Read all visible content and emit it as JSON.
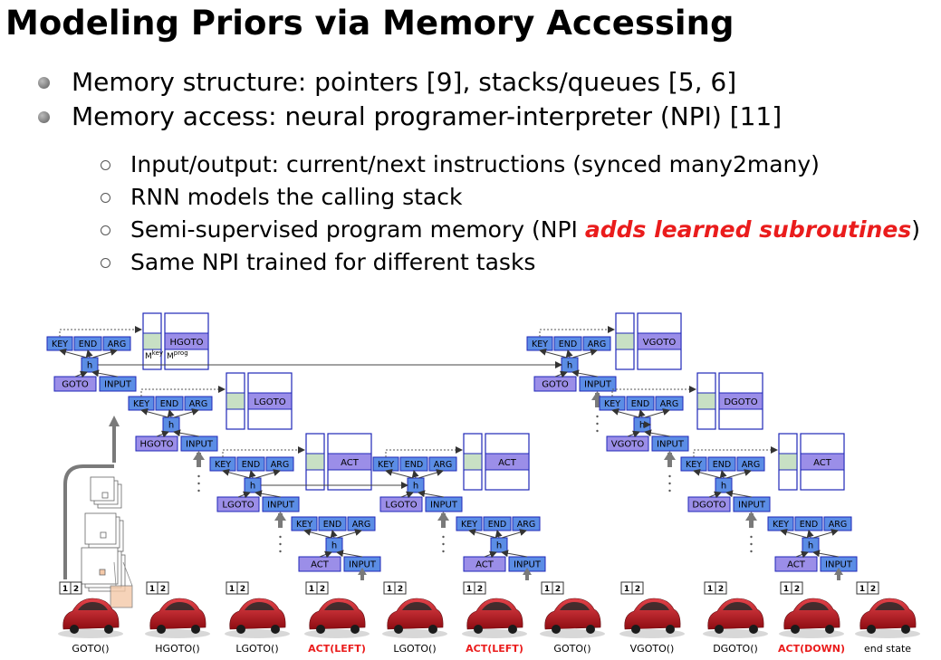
{
  "slide": {
    "title": "Modeling Priors via Memory Accessing",
    "bullets": [
      "Memory structure: pointers [9], stacks/queues [5, 6]",
      "Memory access: neural programer-interpreter (NPI) [11]"
    ],
    "subbullets": {
      "s1": "Input/output: current/next instructions (synced many2many)",
      "s2": "RNN models the calling stack",
      "s3_pre": "Semi-supervised program memory (NPI ",
      "s3_hl": "adds learned subroutines",
      "s3_post": ")",
      "s4": "Same NPI trained for different tasks"
    }
  },
  "diagram": {
    "labels": {
      "key": "KEY",
      "end": "END",
      "arg": "ARG",
      "h": "h",
      "input": "INPUT",
      "mkey": "M",
      "mkey_sup": "key",
      "mprog": "M",
      "mprog_sup": "prog",
      "frame_num1": "1",
      "frame_num2": "2"
    },
    "programs": {
      "goto": "GOTO",
      "hgoto": "HGOTO",
      "lgoto": "LGOTO",
      "act": "ACT",
      "vgoto": "VGOTO",
      "dgoto": "DGOTO"
    },
    "captions": [
      "GOTO()",
      "HGOTO()",
      "LGOTO()",
      "ACT(LEFT)",
      "LGOTO()",
      "ACT(LEFT)",
      "GOTO()",
      "VGOTO()",
      "DGOTO()",
      "ACT(DOWN)",
      "end state"
    ],
    "caption_highlight": [
      false,
      false,
      false,
      true,
      false,
      true,
      false,
      false,
      false,
      true,
      false
    ],
    "colors": {
      "blue": "#5b8de5",
      "purple": "#9b8ee8",
      "green": "#c8e0c4",
      "border": "#1f27b8",
      "red": "#ea1c1c",
      "car": "#c7161e"
    }
  }
}
